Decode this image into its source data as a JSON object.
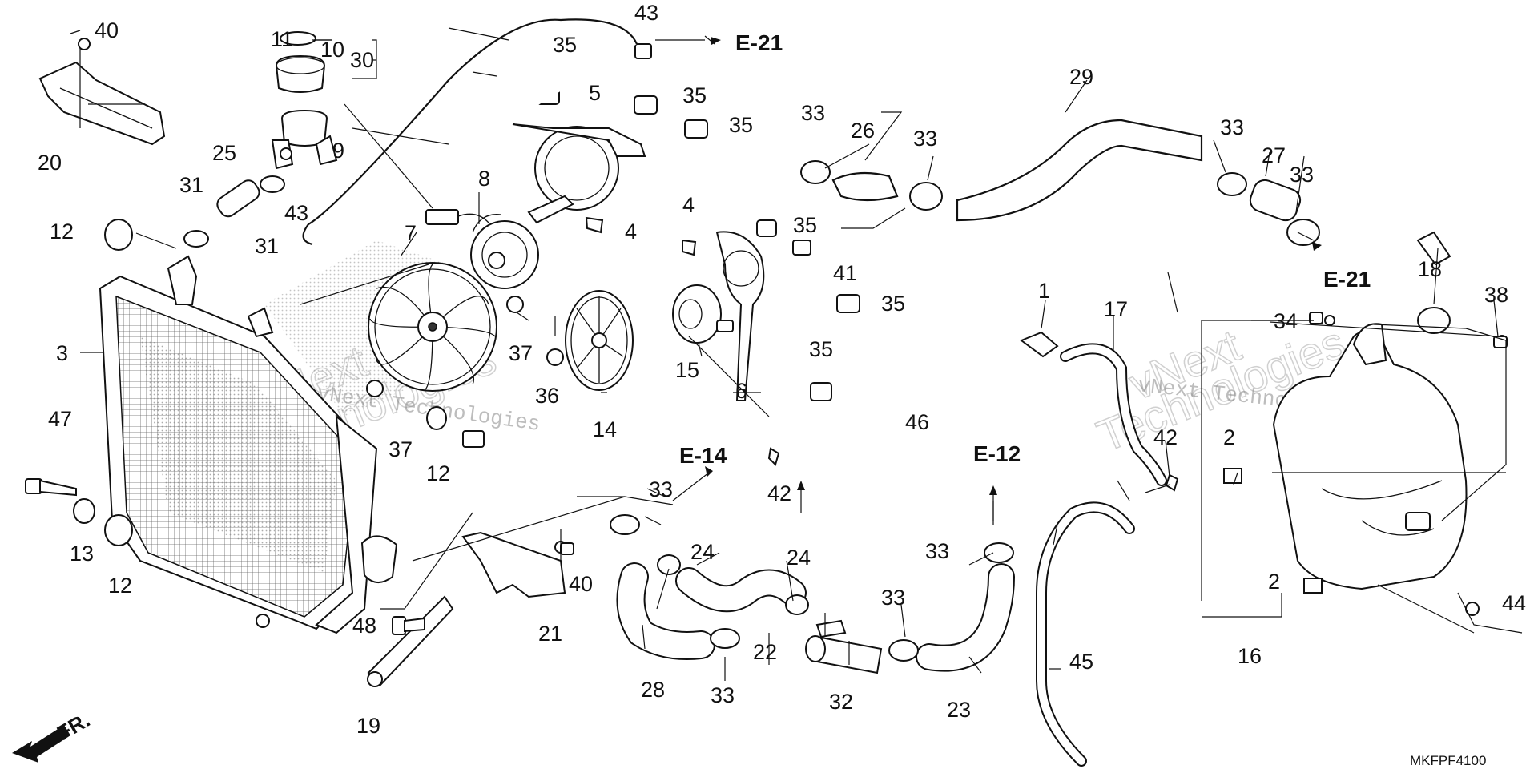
{
  "diagram": {
    "code": "MKFPF4100",
    "watermark": {
      "line1": "vNext",
      "line2": "Technologies",
      "combined": "vNext Technologies"
    },
    "front_label": "FR.",
    "references": {
      "e21": "E-21",
      "e14": "E-14",
      "e12": "E-12"
    },
    "callouts": {
      "n1": "1",
      "n2": "2",
      "n3": "3",
      "n4": "4",
      "n5": "5",
      "n6": "6",
      "n7": "7",
      "n8": "8",
      "n9": "9",
      "n10": "10",
      "n11": "11",
      "n12": "12",
      "n13": "13",
      "n14": "14",
      "n15": "15",
      "n16": "16",
      "n17": "17",
      "n18": "18",
      "n19": "19",
      "n20": "20",
      "n21": "21",
      "n22": "22",
      "n23": "23",
      "n24": "24",
      "n25": "25",
      "n26": "26",
      "n27": "27",
      "n28": "28",
      "n29": "29",
      "n30": "30",
      "n31": "31",
      "n32": "32",
      "n33": "33",
      "n34": "34",
      "n35": "35",
      "n36": "36",
      "n37": "37",
      "n38": "38",
      "n40": "40",
      "n41": "41",
      "n42": "42",
      "n43": "43",
      "n44": "44",
      "n45": "45",
      "n46": "46",
      "n47": "47",
      "n48": "48"
    }
  }
}
